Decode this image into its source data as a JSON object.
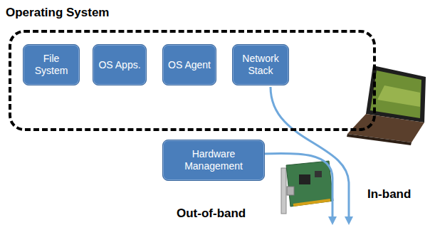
{
  "diagram": {
    "nodes": [
      {
        "text": [
          "Operating System"
        ]
      },
      {
        "text": [
          "File System"
        ],
        "in": 0
      },
      {
        "text": [
          "OS Apps."
        ],
        "in": 0
      },
      {
        "text": [
          "OS Agent"
        ],
        "in": 0
      },
      {
        "text": [
          "Network Stack"
        ],
        "in": 0
      },
      {
        "text": [
          "Hardware Management"
        ]
      }
    ],
    "labels": [
      "Out-of-band",
      "In-band"
    ]
  }
}
